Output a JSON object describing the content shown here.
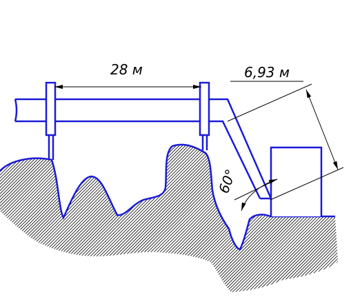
{
  "dimensions": {
    "span_length": "28 м",
    "incline_length": "6,93 м",
    "incline_angle": "60°"
  },
  "colors": {
    "pipeline": "#1a1ad8",
    "dimension_lines": "#000000",
    "soil_hatch": "#000000",
    "background": "#ffffff"
  }
}
